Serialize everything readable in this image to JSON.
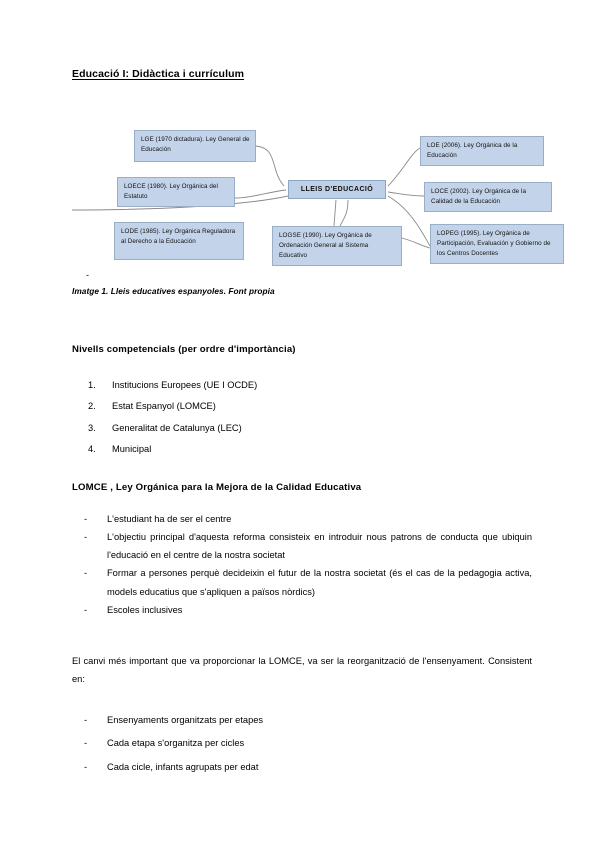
{
  "document": {
    "title": "Educació I: Didàctica i currículum"
  },
  "figure": {
    "caption": "Imatge 1. Lleis educatives espanyoles. Font propia",
    "stray_dash": "-",
    "center_node": "LLEIS D'EDUCACIÓ",
    "nodes": [
      {
        "id": "lge",
        "text": "LGE (1970 dictadura). Ley General de Educación"
      },
      {
        "id": "loece",
        "text": "LOECE (1980). Ley Orgánica del Estatuto"
      },
      {
        "id": "lode",
        "text": "LODE (1985). Ley Orgánica Reguladora al Derecho a la Educación"
      },
      {
        "id": "logse",
        "text": "LOGSE (1990). Ley Orgánica de Ordenación General al Sistema Educativo"
      },
      {
        "id": "loe",
        "text": "LOE (2006). Ley Orgánica de la Educación"
      },
      {
        "id": "loce",
        "text": "LOCE (2002). Ley Orgánica de la Calidad de la Educación"
      },
      {
        "id": "lopeg",
        "text": "LOPEG (1995). Ley Orgánica de Participación, Evaluación y Gobierno de los Centros Docentes"
      }
    ],
    "colors": {
      "node_fill": "#c3d4ea",
      "node_border": "#9aaec6",
      "connector": "#7f7f7f"
    }
  },
  "sections": {
    "nivells": {
      "heading": "Nivells competencials (per ordre d'importància)",
      "items": [
        {
          "marker": "1.",
          "text": "Institucions Europees (UE I OCDE)"
        },
        {
          "marker": "2.",
          "text": "Estat Espanyol (LOMCE)"
        },
        {
          "marker": "3.",
          "text": "Generalitat de Catalunya (LEC)"
        },
        {
          "marker": "4.",
          "text": "Municipal"
        }
      ]
    },
    "lomce": {
      "heading": "LOMCE , Ley Orgánica para la Mejora de la Calidad Educativa",
      "items": [
        {
          "marker": "-",
          "text": "L'estudiant ha de ser el centre"
        },
        {
          "marker": "-",
          "text": "L'objectiu principal d'aquesta reforma consisteix en introduir nous patrons de conducta que ubiquin l'educació en el centre de la nostra societat"
        },
        {
          "marker": "-",
          "text": "Formar a persones perquè decideixin el futur de la nostra societat (és el cas de la pedagogia activa, models educatius que s'apliquen a països nòrdics)"
        },
        {
          "marker": "-",
          "text": "Escoles inclusives"
        }
      ],
      "paragraph": "El canvi més important que va proporcionar la LOMCE, va ser la reorganització de l'ensenyament. Consistent en:",
      "items2": [
        {
          "marker": "-",
          "text": "Ensenyaments organitzats per etapes"
        },
        {
          "marker": "-",
          "text": "Cada etapa s'organitza per cicles"
        },
        {
          "marker": "-",
          "text": "Cada cicle, infants agrupats per edat"
        }
      ]
    }
  }
}
